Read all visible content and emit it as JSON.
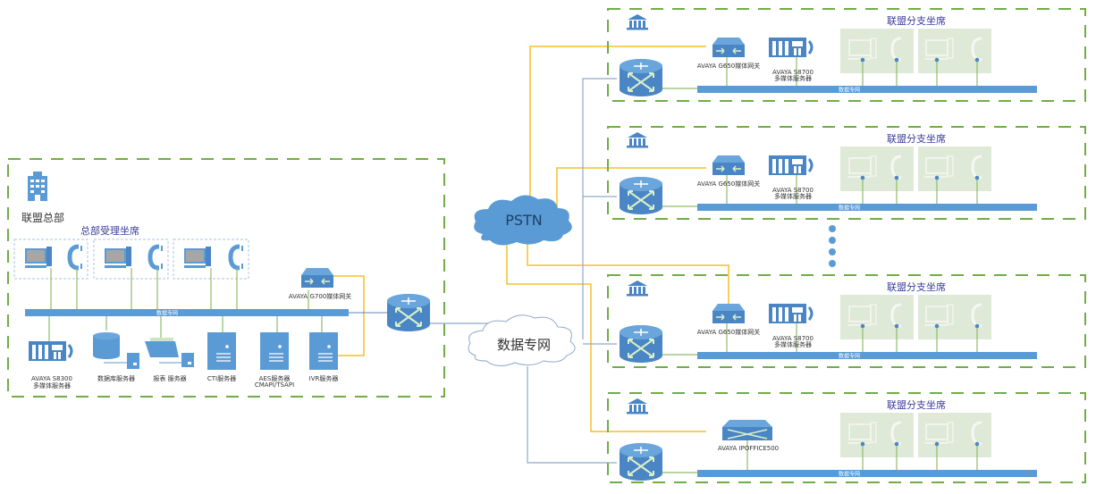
{
  "colors": {
    "blue": "#5b9bd5",
    "dark_blue": "#4a86c5",
    "green_dash": "#70ad47",
    "green_line": "#8fbc6a",
    "yellow": "#f5bf2a",
    "gray_link": "#8eaacb",
    "title_purple": "#3b3b9e",
    "seat_bg": "#dfe9d7"
  },
  "hq": {
    "icon": "building-icon",
    "name": "联盟总部",
    "seats_title": "总部受理坐席",
    "bus_label": "数据专网",
    "gateway_label": "AVAYA G700媒体网关",
    "servers": [
      {
        "icon": "media-server-icon",
        "line1": "AVAYA S8300",
        "line2": "多媒体服务器"
      },
      {
        "icon": "database-server-icon",
        "line1": "数据库服务器",
        "line2": ""
      },
      {
        "icon": "file-server-icon",
        "line1": "报表 服务器",
        "line2": ""
      },
      {
        "icon": "server-icon",
        "line1": "CTI服务器",
        "line2": ""
      },
      {
        "icon": "server-icon",
        "line1": "AES服务器",
        "line2": "CMAPI/TSAPI"
      },
      {
        "icon": "server-icon",
        "line1": "IVR服务器",
        "line2": ""
      }
    ]
  },
  "clouds": {
    "pstn": "PSTN",
    "data_net": "数据专网"
  },
  "branches": [
    {
      "icon": "bank-icon",
      "seats_title": "联盟分支坐席",
      "gateway_label": "AVAYA G650媒体网关",
      "server_line1": "AVAYA S8700",
      "server_line2": "多媒体服务器",
      "bus_label": "数据专网"
    },
    {
      "icon": "bank-icon",
      "seats_title": "联盟分支坐席",
      "gateway_label": "AVAYA G650媒体网关",
      "server_line1": "AVAYA S8700",
      "server_line2": "多媒体服务器",
      "bus_label": "数据专网"
    },
    {
      "icon": "bank-icon",
      "seats_title": "联盟分支坐席",
      "gateway_label": "AVAYA G650媒体网关",
      "server_line1": "AVAYA S8700",
      "server_line2": "多媒体服务器",
      "bus_label": "数据专网"
    },
    {
      "icon": "bank-icon",
      "seats_title": "联盟分支坐席",
      "gateway_label": "AVAYA IPOFFICE500",
      "server_line1": "",
      "server_line2": "",
      "bus_label": "数据专网"
    }
  ],
  "ellipsis": "more-branches-dots"
}
